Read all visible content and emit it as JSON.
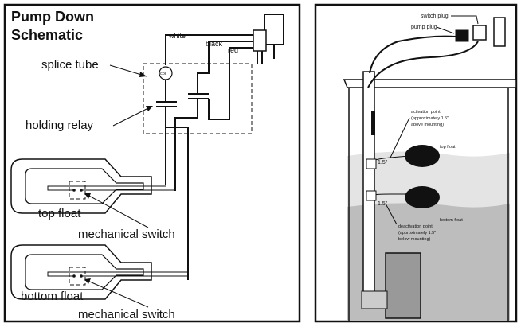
{
  "left_panel": {
    "title_line1": "Pump Down",
    "title_line2": "Schematic",
    "wire_white": "white",
    "wire_black": "black",
    "wire_red": "red",
    "coil_label": "coil",
    "splice_tube": "splice tube",
    "holding_relay": "holding relay",
    "top_float": "top float",
    "mechanical_switch_top": "mechanical switch",
    "bottom_float": "bottom float",
    "mechanical_switch_bottom": "mechanical switch"
  },
  "right_panel": {
    "switch_plug": "switch plug",
    "pump_plug": "pump plug",
    "activation_line1": "activation point",
    "activation_line2": "(approximately 1.5\"",
    "activation_line3": "above mounting)",
    "top_float": "top float",
    "measure_top": "1.5\"",
    "measure_bottom": "1.5\"",
    "bottom_float": "bottom float",
    "deactivation_line1": "deactivation point",
    "deactivation_line2": "(approximately 1.5\"",
    "deactivation_line3": "below mounting)"
  }
}
